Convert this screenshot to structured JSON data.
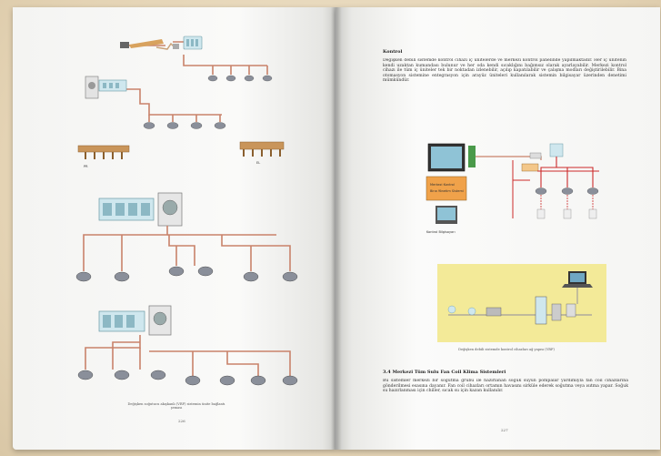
{
  "left_page": {
    "fig1_labels": {
      "left": "PR",
      "right": "EL"
    },
    "caption": "Değişken soğutucu akışkanlı (VRF) sistemin ünite bağlantı şeması",
    "page_number": "226"
  },
  "right_page": {
    "heading": "Kontrol",
    "para1": "Değişken debili sistemde kontrol cihazı iç ünitelerde ve merkezi kontrol panelinde yapılmaktadır. Her iç ünitenin kendi uzaktan kumandası bulunur ve her oda kendi sıcaklığını bağımsız olarak ayarlayabilir. Merkezi kontrol cihazı ile tüm iç üniteler tek bir noktadan izlenebilir, açılıp kapatılabilir ve çalışma modları değiştirilebilir. Bina otomasyon sistemine entegrasyon için arayüz üniteleri kullanılarak sistemin bilgisayar üzerinden denetimi mümkündür.",
    "fig2_labels": {
      "monitor": "Merkezi Kontrol",
      "box": "Bina Yönetim Sistemi",
      "pc": "Kontrol Bilgisayarı"
    },
    "fig3_caption": "Değişken debili sistemde kontrol cihazları ağ yapısı (VRF)",
    "heading2": "3.4 Merkezi Tüm Sulu Fan Coil Klima Sistemleri",
    "para2": "Bu sistemler merkezi bir soğutma grubu ile hazırlanan soğuk suyun pompalar yardımıyla fan coil cihazlarına gönderilmesi esasına dayanır. Fan coil cihazları ortamın havasını sirküle ederek soğutma veya ısıtma yapar. Soğuk su hazırlanması için chiller, sıcak su için kazan kullanılır.",
    "page_number": "227"
  },
  "colors": {
    "pipe": "#c9826a",
    "unit_blue": "#cfe7ee",
    "panel_yellow": "#f3ea98",
    "orange_box": "#f0a24a",
    "red_wire": "#cc2a2a"
  }
}
